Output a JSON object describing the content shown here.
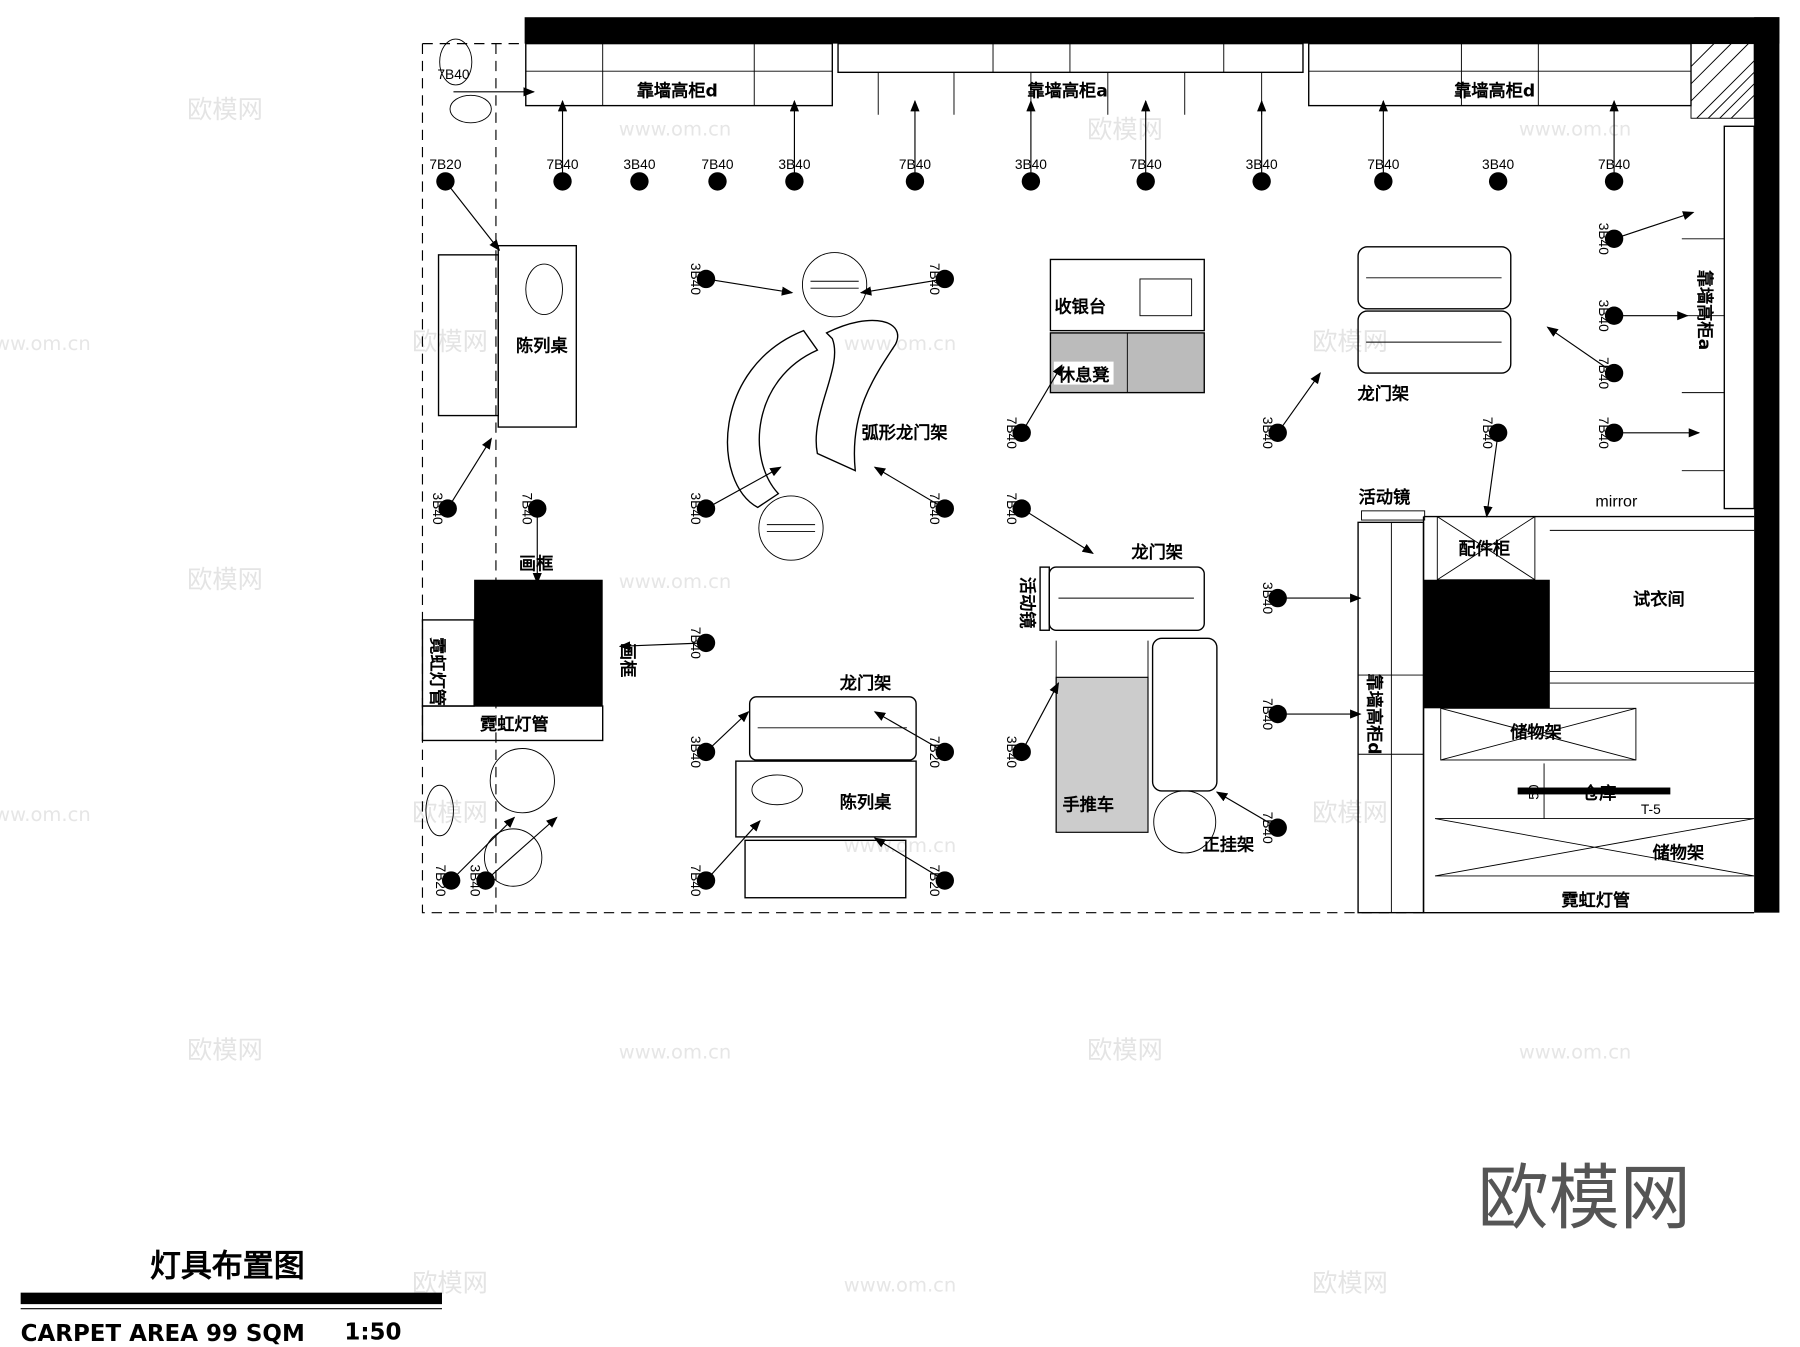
{
  "drawing": {
    "title": "灯具布置图",
    "area": "CARPET AREA 99 SQM",
    "scale": "1:50"
  },
  "labels": {
    "wall_cabinet_d_1": "靠墙高柜d",
    "wall_cabinet_a_top": "靠墙高柜a",
    "wall_cabinet_d_2": "靠墙高柜d",
    "wall_cabinet_a_right": "靠墙高柜a",
    "display_table_1": "陈列桌",
    "curved_gantry_rack": "弧形龙门架",
    "cashier": "收银台",
    "rest_bench": "休息凳",
    "gantry_rack_1": "龙门架",
    "movable_mirror_1": "活动镜",
    "mirror": "mirror",
    "accessory_cabinet": "配件柜",
    "fitting_room": "试衣间",
    "gantry_rack_2": "龙门架",
    "movable_mirror_2": "活动镜",
    "picture_frame_1": "画框",
    "picture_frame_2": "画框",
    "neon_tube_1": "霓虹灯管",
    "neon_tube_2": "霓虹灯管",
    "gantry_rack_3": "龙门架",
    "display_table_2": "陈列桌",
    "trolley": "手推车",
    "front_hanging_rack": "正挂架",
    "wall_cabinet_d_3": "靠墙高柜d",
    "storage_rack_1": "储物架",
    "warehouse": "仓库",
    "fixture_code": "T-5",
    "dimension": "50",
    "storage_rack_2": "储物架",
    "neon_tube_3": "霓虹灯管"
  },
  "lights": [
    "7B40",
    "7B20",
    "7B40",
    "3B40",
    "7B40",
    "3B40",
    "7B40",
    "3B40",
    "7B40",
    "3B40",
    "7B40",
    "3B40",
    "7B40",
    "3B40",
    "3B40",
    "7B40",
    "7B40",
    "7B40",
    "3B40",
    "7B40",
    "3B40",
    "7B40",
    "3B40",
    "7B40",
    "7B40",
    "3B40",
    "7B40",
    "3B40",
    "3B40",
    "7B20",
    "7B40",
    "7B20",
    "7B20",
    "3B40",
    "3B40",
    "7B40",
    "7B40",
    "7B40"
  ],
  "watermark": {
    "brand": "欧模网",
    "url": "www.om.cn"
  }
}
